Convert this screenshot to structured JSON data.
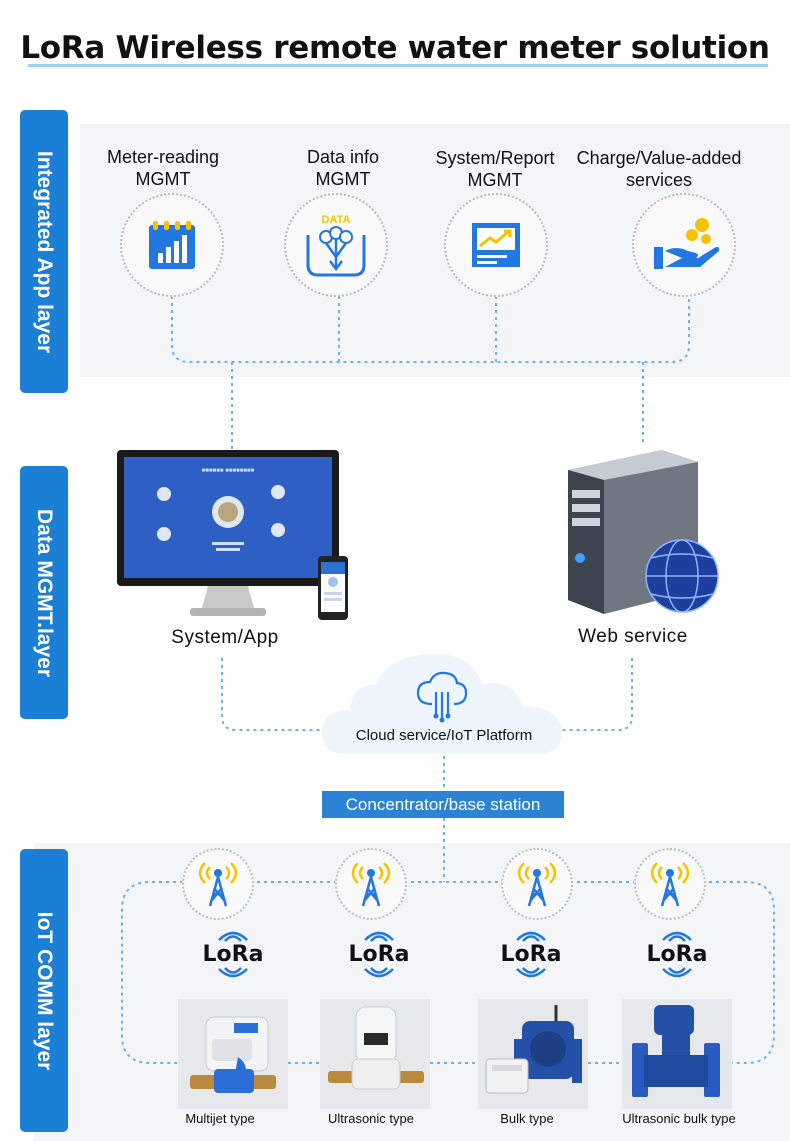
{
  "title": "LoRa Wireless remote water meter solution",
  "layers": {
    "app": "Integrated App layer",
    "data": "Data  MGMT.layer",
    "comm": "IoT  COMM layer"
  },
  "services": [
    {
      "line1": "Meter-reading",
      "line2": "MGMT",
      "icon": "calendar-chart-icon"
    },
    {
      "line1": "Data info",
      "line2": "MGMT",
      "icon": "data-flow-icon",
      "badge": "DATA"
    },
    {
      "line1": "System/Report",
      "line2": "MGMT",
      "icon": "report-chart-icon"
    },
    {
      "line1": "Charge/Value-added",
      "line2": "services",
      "icon": "coins-hand-icon"
    }
  ],
  "data_layer": {
    "system_label": "System/App",
    "web_label": "Web service",
    "cloud_label": "Cloud service/IoT Platform",
    "concentrator": "Concentrator/base station"
  },
  "lora_text": "LoRa",
  "devices": [
    {
      "label": "Multijet type"
    },
    {
      "label": "Ultrasonic type"
    },
    {
      "label": "Bulk type"
    },
    {
      "label": "Ultrasonic bulk type"
    }
  ],
  "colors": {
    "accent": "#1b7fd6",
    "icon_blue": "#2277e0",
    "icon_yellow": "#f5c400",
    "dashed": "#6ab3e9"
  }
}
